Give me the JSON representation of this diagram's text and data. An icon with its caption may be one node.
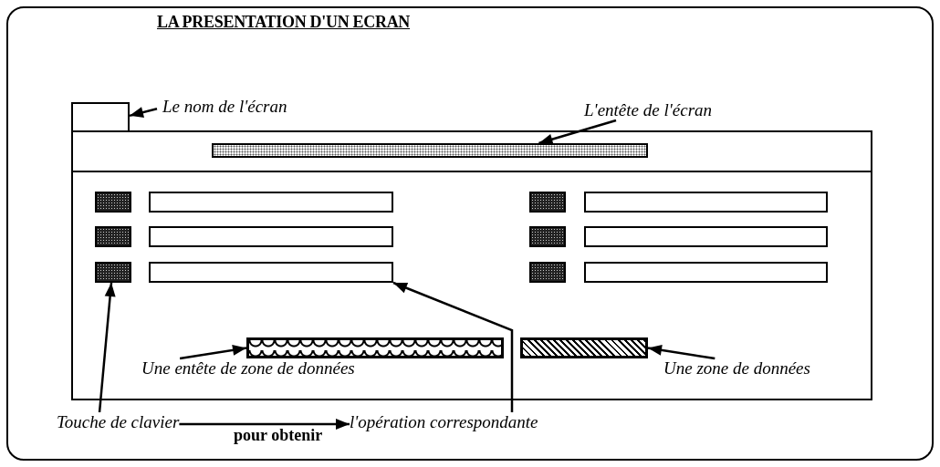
{
  "diagram": {
    "title": "LA PRESENTATION D'UN ECRAN",
    "nodes": [
      {
        "text": [
          "Le nom de l'écran"
        ]
      },
      {
        "text": [],
        "shape": "box"
      },
      {
        "text": [
          "L'entête de l'écran"
        ]
      },
      {
        "text": [],
        "shape": "box"
      },
      {
        "text": [],
        "shape": "bar",
        "in": 3
      },
      {
        "text": [],
        "shape": "box",
        "in": 3
      },
      {
        "text": [],
        "shape": "box",
        "in": 3
      },
      {
        "text": [],
        "shape": "box",
        "in": 3
      },
      {
        "text": [],
        "shape": "box",
        "in": 3
      },
      {
        "text": [],
        "shape": "box",
        "in": 3
      },
      {
        "text": [],
        "shape": "box",
        "in": 3
      },
      {
        "text": [],
        "shape": "box",
        "in": 3
      },
      {
        "text": [],
        "shape": "box",
        "in": 3
      },
      {
        "text": [],
        "shape": "box",
        "in": 3
      },
      {
        "text": [],
        "shape": "box",
        "in": 3
      },
      {
        "text": [],
        "shape": "box",
        "in": 3
      },
      {
        "text": [],
        "shape": "box",
        "in": 3
      },
      {
        "text": [],
        "shape": "bar",
        "in": 3
      },
      {
        "text": [],
        "shape": "bar",
        "in": 3
      },
      {
        "text": [
          "Une entête de zone de données"
        ],
        "in": 3
      },
      {
        "text": [
          "Une zone de données"
        ],
        "in": 3
      },
      {
        "text": [
          "Touche de clavier"
        ]
      },
      {
        "text": [
          "l'opération correspondante"
        ]
      }
    ],
    "edges": [
      {
        "from": 0,
        "to": 1,
        "arrow": "to"
      },
      {
        "from": 2,
        "to": 4,
        "arrow": "to"
      },
      {
        "from": 21,
        "to": 13,
        "arrow": "to"
      },
      {
        "from": 22,
        "to": 14,
        "arrow": "to"
      },
      {
        "from": 19,
        "to": 17,
        "arrow": "to"
      },
      {
        "from": 20,
        "to": 18,
        "arrow": "to"
      },
      {
        "from": 21,
        "to": 22,
        "arrow": "to",
        "label": "pour obtenir"
      }
    ]
  }
}
